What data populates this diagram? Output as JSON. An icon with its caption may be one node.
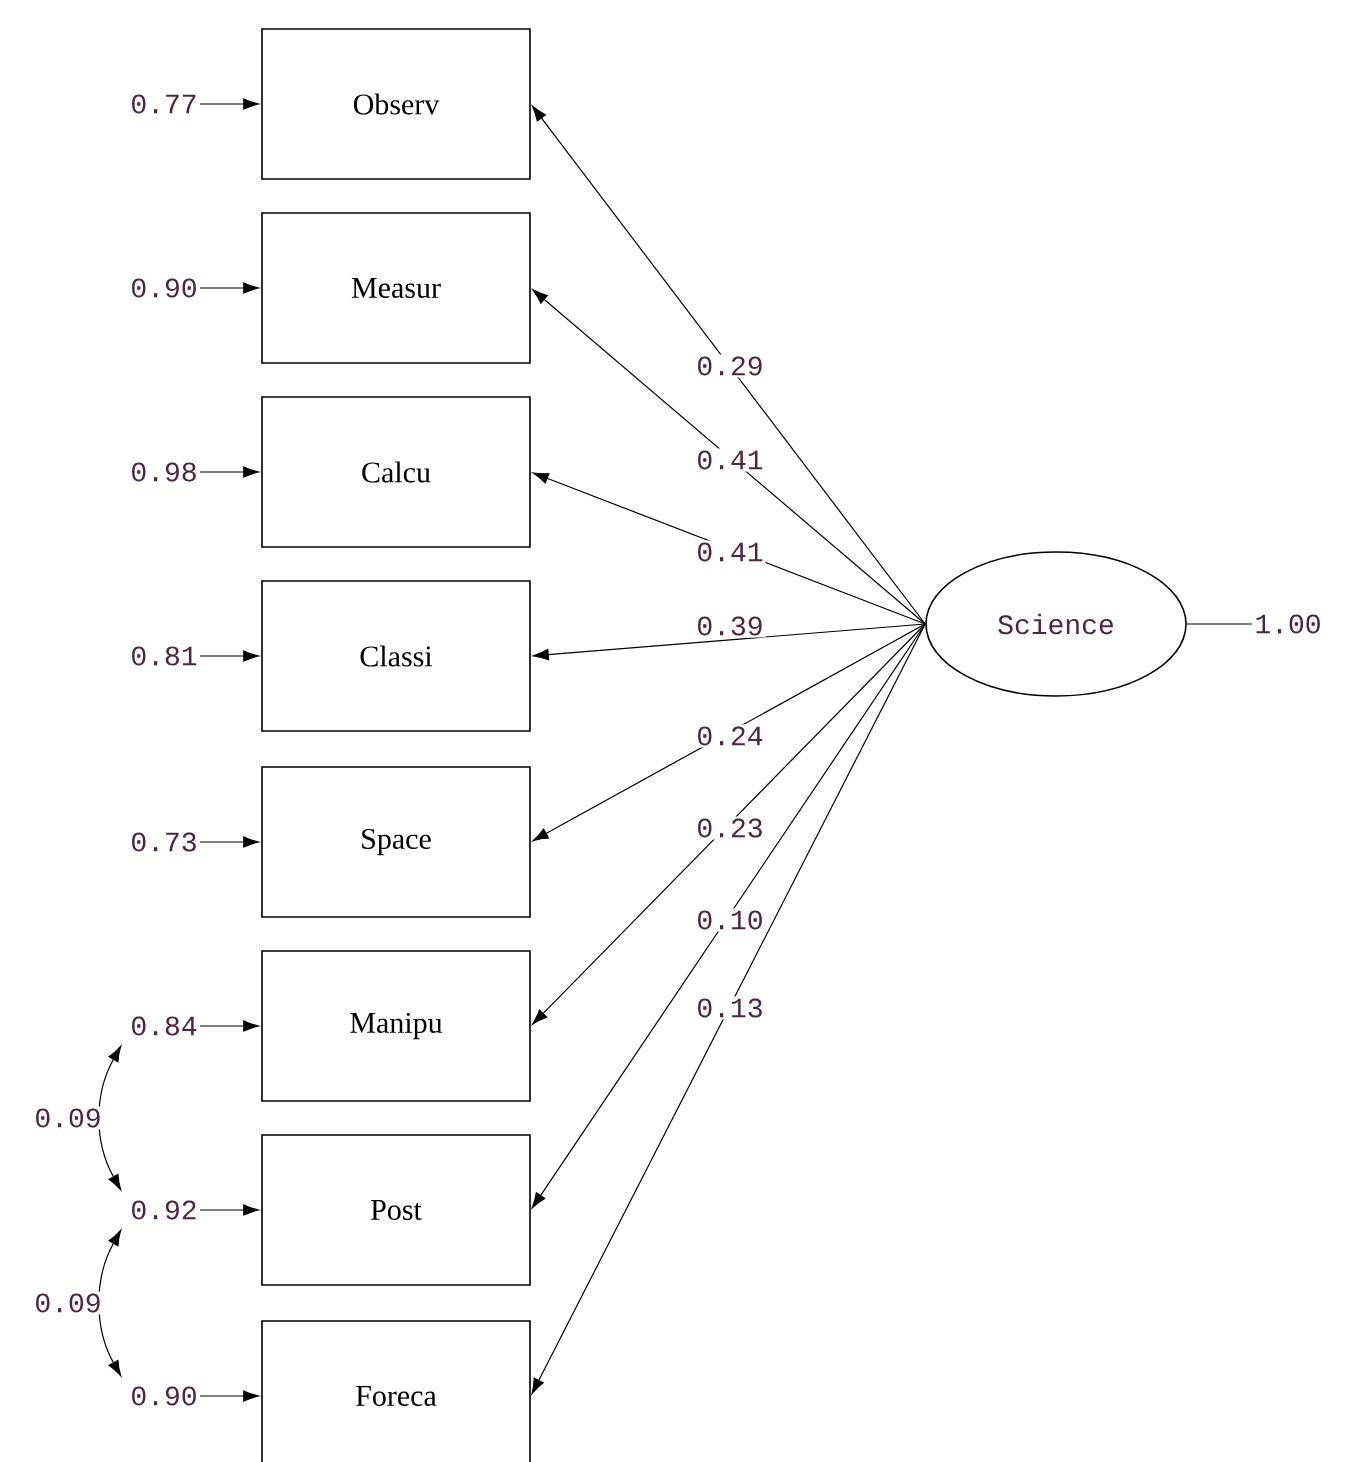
{
  "diagram": {
    "nodes": [
      {
        "text": [
          "Observ"
        ]
      },
      {
        "text": [
          "Measur"
        ]
      },
      {
        "text": [
          "Calcu"
        ]
      },
      {
        "text": [
          "Classi"
        ]
      },
      {
        "text": [
          "Space"
        ]
      },
      {
        "text": [
          "Manipu"
        ]
      },
      {
        "text": [
          "Post"
        ]
      },
      {
        "text": [
          "Foreca"
        ]
      },
      {
        "text": [
          "Science"
        ]
      },
      {
        "text": [
          "0.77"
        ]
      },
      {
        "text": [
          "0.90"
        ]
      },
      {
        "text": [
          "0.98"
        ]
      },
      {
        "text": [
          "0.81"
        ]
      },
      {
        "text": [
          "0.73"
        ]
      },
      {
        "text": [
          "0.84"
        ]
      },
      {
        "text": [
          "0.92"
        ]
      },
      {
        "text": [
          "0.90"
        ]
      },
      {
        "text": [
          "1.00"
        ]
      }
    ],
    "edges": [
      {
        "from": 8,
        "to": 0,
        "arrow": "to",
        "label": "0.29"
      },
      {
        "from": 8,
        "to": 1,
        "arrow": "to",
        "label": "0.41"
      },
      {
        "from": 8,
        "to": 2,
        "arrow": "to",
        "label": "0.41"
      },
      {
        "from": 8,
        "to": 3,
        "arrow": "to",
        "label": "0.39"
      },
      {
        "from": 8,
        "to": 4,
        "arrow": "to",
        "label": "0.24"
      },
      {
        "from": 8,
        "to": 5,
        "arrow": "to",
        "label": "0.23"
      },
      {
        "from": 8,
        "to": 6,
        "arrow": "to",
        "label": "0.10"
      },
      {
        "from": 8,
        "to": 7,
        "arrow": "to",
        "label": "0.13"
      },
      {
        "from": 9,
        "to": 0,
        "arrow": "to"
      },
      {
        "from": 10,
        "to": 1,
        "arrow": "to"
      },
      {
        "from": 11,
        "to": 2,
        "arrow": "to"
      },
      {
        "from": 12,
        "to": 3,
        "arrow": "to"
      },
      {
        "from": 13,
        "to": 4,
        "arrow": "to"
      },
      {
        "from": 14,
        "to": 5,
        "arrow": "to"
      },
      {
        "from": 15,
        "to": 6,
        "arrow": "to"
      },
      {
        "from": 16,
        "to": 7,
        "arrow": "to"
      },
      {
        "from": 14,
        "to": 15,
        "arrow": "both",
        "label": "0.09"
      },
      {
        "from": 15,
        "to": 16,
        "arrow": "both",
        "label": "0.09"
      },
      {
        "from": 8,
        "to": 17,
        "arrow": "none"
      }
    ]
  }
}
